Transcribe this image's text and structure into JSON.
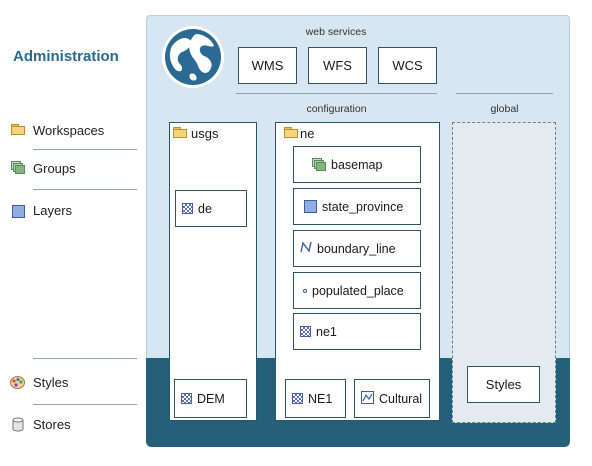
{
  "sidebar": {
    "title": "Administration",
    "items": [
      {
        "label": "Workspaces",
        "icon": "folder-icon"
      },
      {
        "label": "Groups",
        "icon": "layer-group-icon"
      },
      {
        "label": "Layers",
        "icon": "layer-icon"
      },
      {
        "label": "Styles",
        "icon": "palette-icon"
      },
      {
        "label": "Stores",
        "icon": "database-icon"
      }
    ]
  },
  "services": {
    "heading": "web services",
    "items": [
      "WMS",
      "WFS",
      "WCS"
    ]
  },
  "configuration": {
    "heading": "configuration",
    "workspaces": [
      {
        "name": "usgs",
        "layers": [
          "de"
        ],
        "stores": [
          "DEM"
        ]
      },
      {
        "name": "ne",
        "layers": [
          "basemap",
          "state_province",
          "boundary_line",
          "populated_place",
          "ne1"
        ],
        "stores": [
          "NE1",
          "Cultural"
        ]
      }
    ]
  },
  "global": {
    "heading": "global",
    "styles_label": "Styles"
  },
  "colors": {
    "accent": "#2a6a93",
    "band": "#25607a",
    "panel_bg": "#d7e6f0",
    "border": "#2f5469"
  }
}
